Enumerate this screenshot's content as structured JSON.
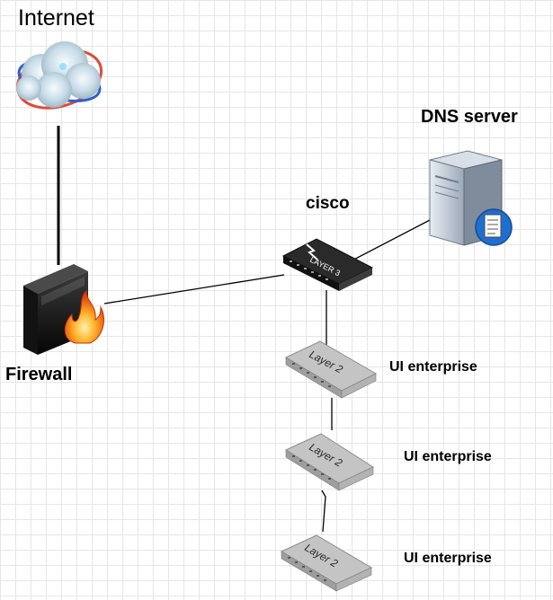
{
  "labels": {
    "internet": "Internet",
    "dns_server": "DNS server",
    "cisco": "cisco",
    "firewall": "Firewall",
    "switch_1": "UI enterprise",
    "switch_2": "UI enterprise",
    "switch_3": "UI enterprise"
  },
  "device_text": {
    "router": "LAYER 3",
    "switch": "Layer 2"
  },
  "icons": {
    "internet": "cloud-globe-icon",
    "dns_server": "server-tower-icon",
    "router": "layer3-router-icon",
    "firewall": "firewall-icon",
    "switch": "layer2-switch-icon"
  },
  "colors": {
    "grid": "#e6e6e6",
    "link": "#000000",
    "router_body": "#1e1e1e",
    "switch_body": "#bfbfbf",
    "firewall_flame": "#f07a10",
    "server_badge": "#1f6fd1"
  }
}
